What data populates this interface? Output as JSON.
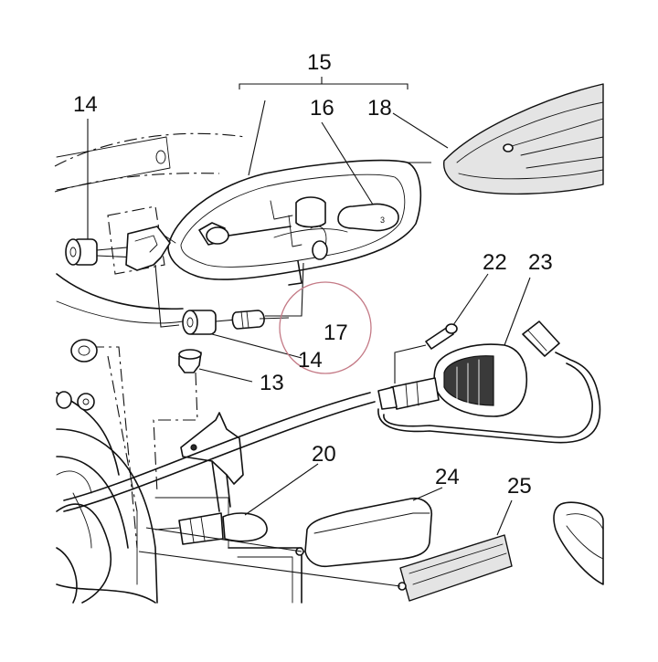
{
  "callouts": {
    "c13": "13",
    "c14a": "14",
    "c14b": "14",
    "c15": "15",
    "c16": "16",
    "c17": "17",
    "c18": "18",
    "c20": "20",
    "c22": "22",
    "c23": "23",
    "c24": "24",
    "c25": "25"
  },
  "highlight": {
    "target": "17",
    "color": "#c47a86"
  }
}
